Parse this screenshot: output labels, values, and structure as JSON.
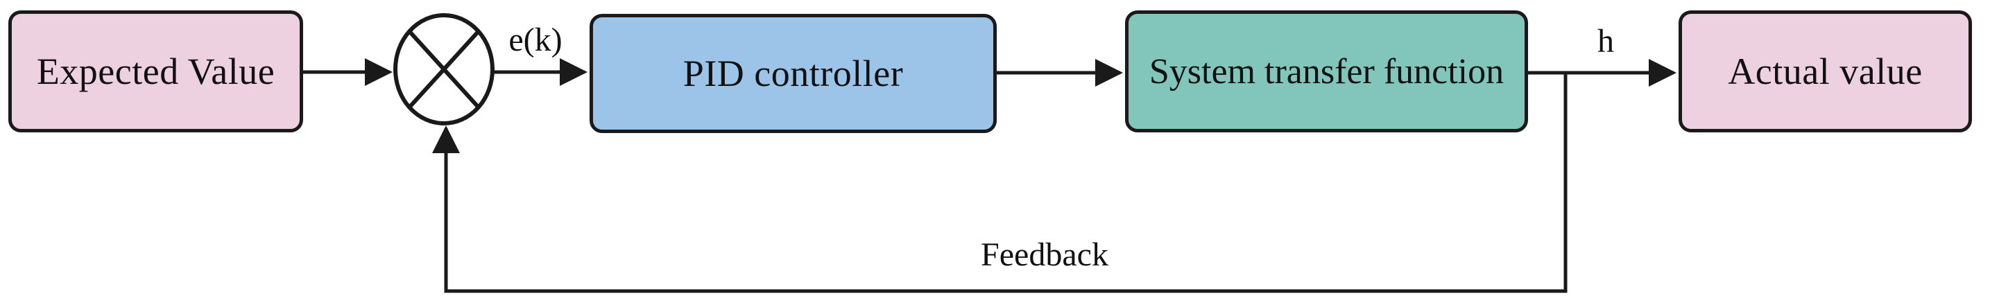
{
  "diagram": {
    "blocks": [
      {
        "id": "expected-value",
        "label": "Expected Value",
        "fill": "#eed1e1"
      },
      {
        "id": "pid-controller",
        "label": "PID controller",
        "fill": "#9cc3e8"
      },
      {
        "id": "system-transfer-function",
        "label": "System transfer function",
        "fill": "#82c6bb"
      },
      {
        "id": "actual-value",
        "label": "Actual value",
        "fill": "#eed1e1"
      }
    ],
    "labels": {
      "error_signal": "e(k)",
      "output_signal": "h",
      "feedback": "Feedback"
    },
    "junction": "multiply-summing-junction",
    "colors": {
      "background": "#ffffff",
      "line": "#1a1a1a",
      "box_border": "#1a1a1a",
      "pink_fill": "#eed1e1",
      "blue_fill": "#9cc3e8",
      "teal_fill": "#82c6bb"
    }
  }
}
